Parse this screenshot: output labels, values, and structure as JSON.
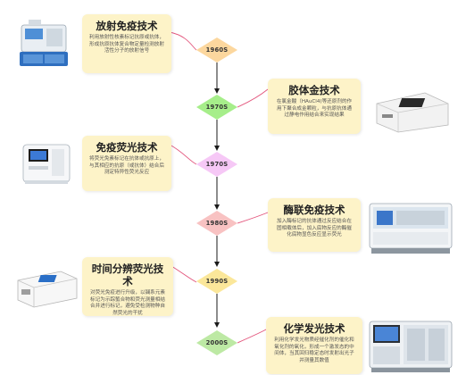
{
  "colors": {
    "card_bg": "#fdf3c8",
    "arrow": "#1a1a1a",
    "connector": "#e3557c",
    "year_orange": "#fcd79e",
    "year_green": "#a6ee8a",
    "year_pink": "#f6c8f6",
    "year_rose": "#f8c2c2",
    "year_yellow": "#fbe79a",
    "year_lightgreen": "#bde9a4"
  },
  "years": [
    {
      "label": "1960S",
      "color": "#fcd79e"
    },
    {
      "label": "1970S",
      "color": "#a6ee8a"
    },
    {
      "label": "1970S",
      "color": "#f6c8f6"
    },
    {
      "label": "1980S",
      "color": "#f8c2c2"
    },
    {
      "label": "1990S",
      "color": "#fbe79a"
    },
    {
      "label": "2000S",
      "color": "#bde9a4"
    }
  ],
  "cards": [
    {
      "title": "放射免疫技术",
      "desc": "利用放射性核素标记抗原或抗体，形成抗原抗体复合物定量检测放射活性分子的放射信号",
      "side": "left",
      "icon": "immunoassay-analyzer-icon"
    },
    {
      "title": "胶体金技术",
      "desc": "在氯金酸（HAuCl4)等还原剂的作用下聚合成金颗粒，与抗原抗体通过静电作用结合来实现结果",
      "side": "right",
      "icon": "colloidal-gold-reader-icon"
    },
    {
      "title": "免疫荧光技术",
      "desc": "将荧光免素标记在抗体或抗原上，与其相应的抗原（或抗体）结合后测定特异性荧光反应",
      "side": "left",
      "icon": "fluorescence-analyzer-icon"
    },
    {
      "title": "酶联免疫技术",
      "desc": "加入酶标记的抗体通过反应结合在固相载体后，加入底物反应的酶催化底物显色反应显示荧光",
      "side": "right",
      "icon": "elisa-analyzer-icon"
    },
    {
      "title": "时间分辨荧光技术",
      "desc": "对荧光免疫进行升级，以镧系元素标记为示踪螯合物和荧光测量相结合并进行标记，避免受检测物种自然荧光的干扰",
      "side": "left",
      "icon": "trf-analyzer-icon"
    },
    {
      "title": "化学发光技术",
      "desc": "利用化学发光物质经催化剂的催化和氧化剂的氧化，形成一个激发态的中间体，当其回归稳定态时发射出光子并测量其数值",
      "side": "right",
      "icon": "chemiluminescence-analyzer-icon"
    }
  ]
}
